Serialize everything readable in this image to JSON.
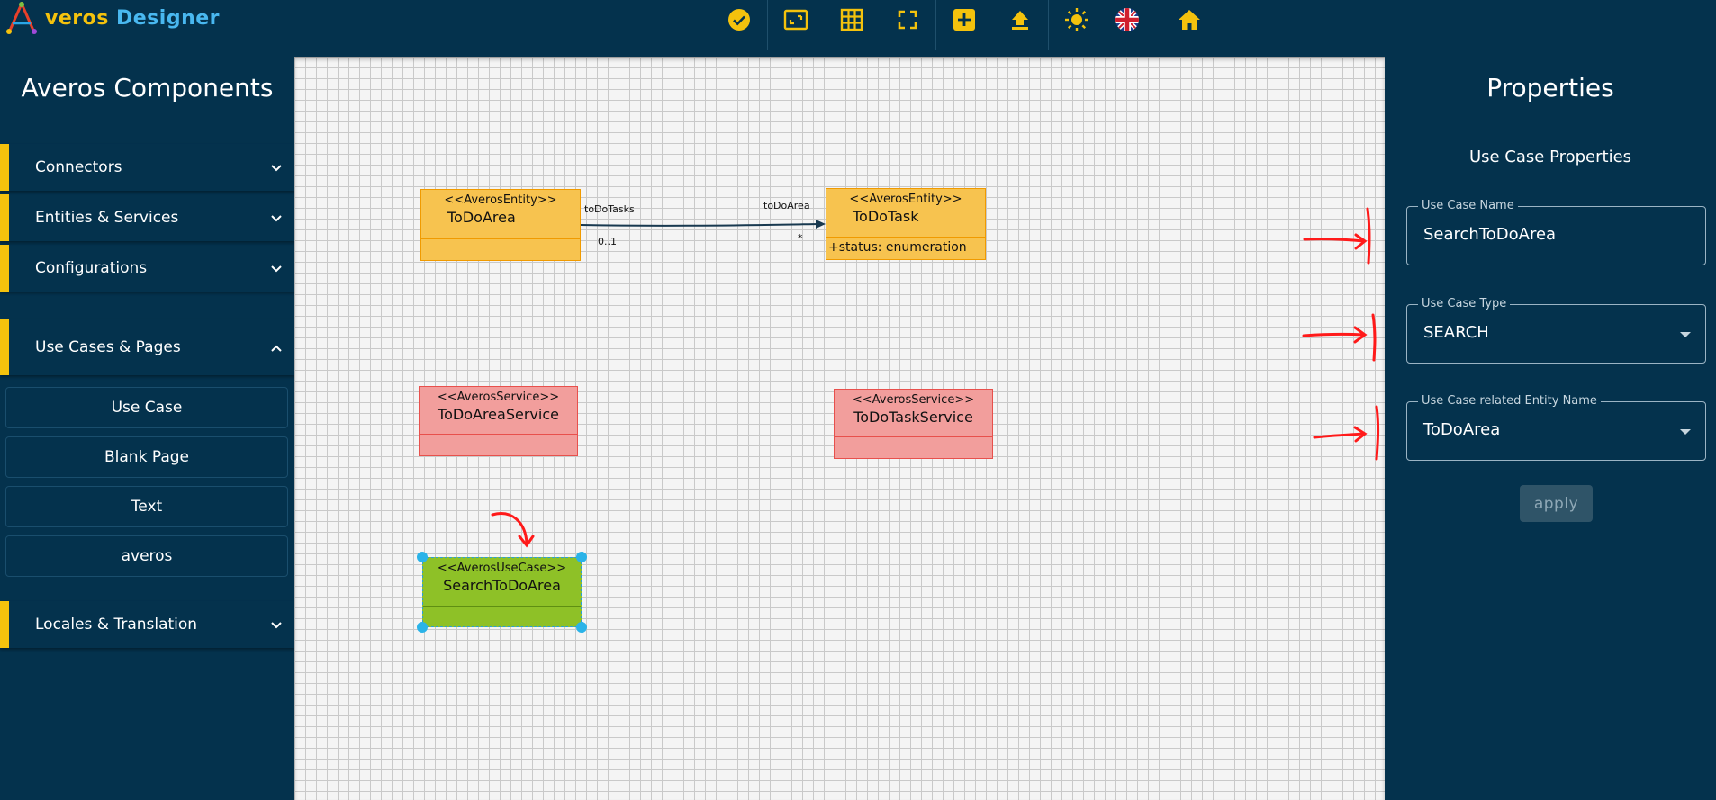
{
  "app": {
    "logo_a": "A",
    "logo_w1": "veros",
    "logo_w2": "Designer"
  },
  "toolbar": [
    {
      "name": "validate-icon"
    },
    {
      "name": "fit-screen-icon"
    },
    {
      "name": "grid-icon"
    },
    {
      "name": "fullscreen-icon"
    },
    {
      "name": "add-icon"
    },
    {
      "name": "upload-icon"
    },
    {
      "name": "theme-icon"
    },
    {
      "name": "language-flag-icon"
    },
    {
      "name": "home-icon"
    }
  ],
  "left": {
    "title": "Averos Components",
    "sections": [
      {
        "label": "Connectors",
        "expanded": false
      },
      {
        "label": "Entities & Services",
        "expanded": false
      },
      {
        "label": "Configurations",
        "expanded": false
      },
      {
        "label": "Use Cases & Pages",
        "expanded": true
      },
      {
        "label": "Locales & Translation",
        "expanded": false
      }
    ],
    "items": [
      "Use Case",
      "Blank Page",
      "Text",
      "averos"
    ]
  },
  "canvas": {
    "entity1": {
      "stereotype": "<<AverosEntity>>",
      "name": "ToDoArea"
    },
    "entity2": {
      "stereotype": "<<AverosEntity>>",
      "name": "ToDoTask",
      "attr": "+status: enumeration"
    },
    "service1": {
      "stereotype": "<<AverosService>>",
      "name": "ToDoAreaService"
    },
    "service2": {
      "stereotype": "<<AverosService>>",
      "name": "ToDoTaskService"
    },
    "usecase": {
      "stereotype": "<<AverosUseCase>>",
      "name": "SearchToDoArea"
    },
    "edge": {
      "source_role": "toDoTasks",
      "target_role": "toDoArea",
      "source_mult": "0..1",
      "target_mult": "*"
    }
  },
  "right": {
    "title": "Properties",
    "subtitle": "Use Case Properties",
    "fields": [
      {
        "label": "Use Case Name",
        "value": "SearchToDoArea"
      },
      {
        "label": "Use Case Type",
        "value": "SEARCH"
      },
      {
        "label": "Use Case related Entity Name",
        "value": "ToDoArea"
      }
    ],
    "apply": "apply"
  },
  "colors": {
    "bg": "#04324d",
    "accent": "#f4c20d",
    "entity": "#f7c34f",
    "service": "#f29e9c",
    "usecase": "#8ec127",
    "handle": "#2ab3e8",
    "annotation": "#ff0000"
  }
}
